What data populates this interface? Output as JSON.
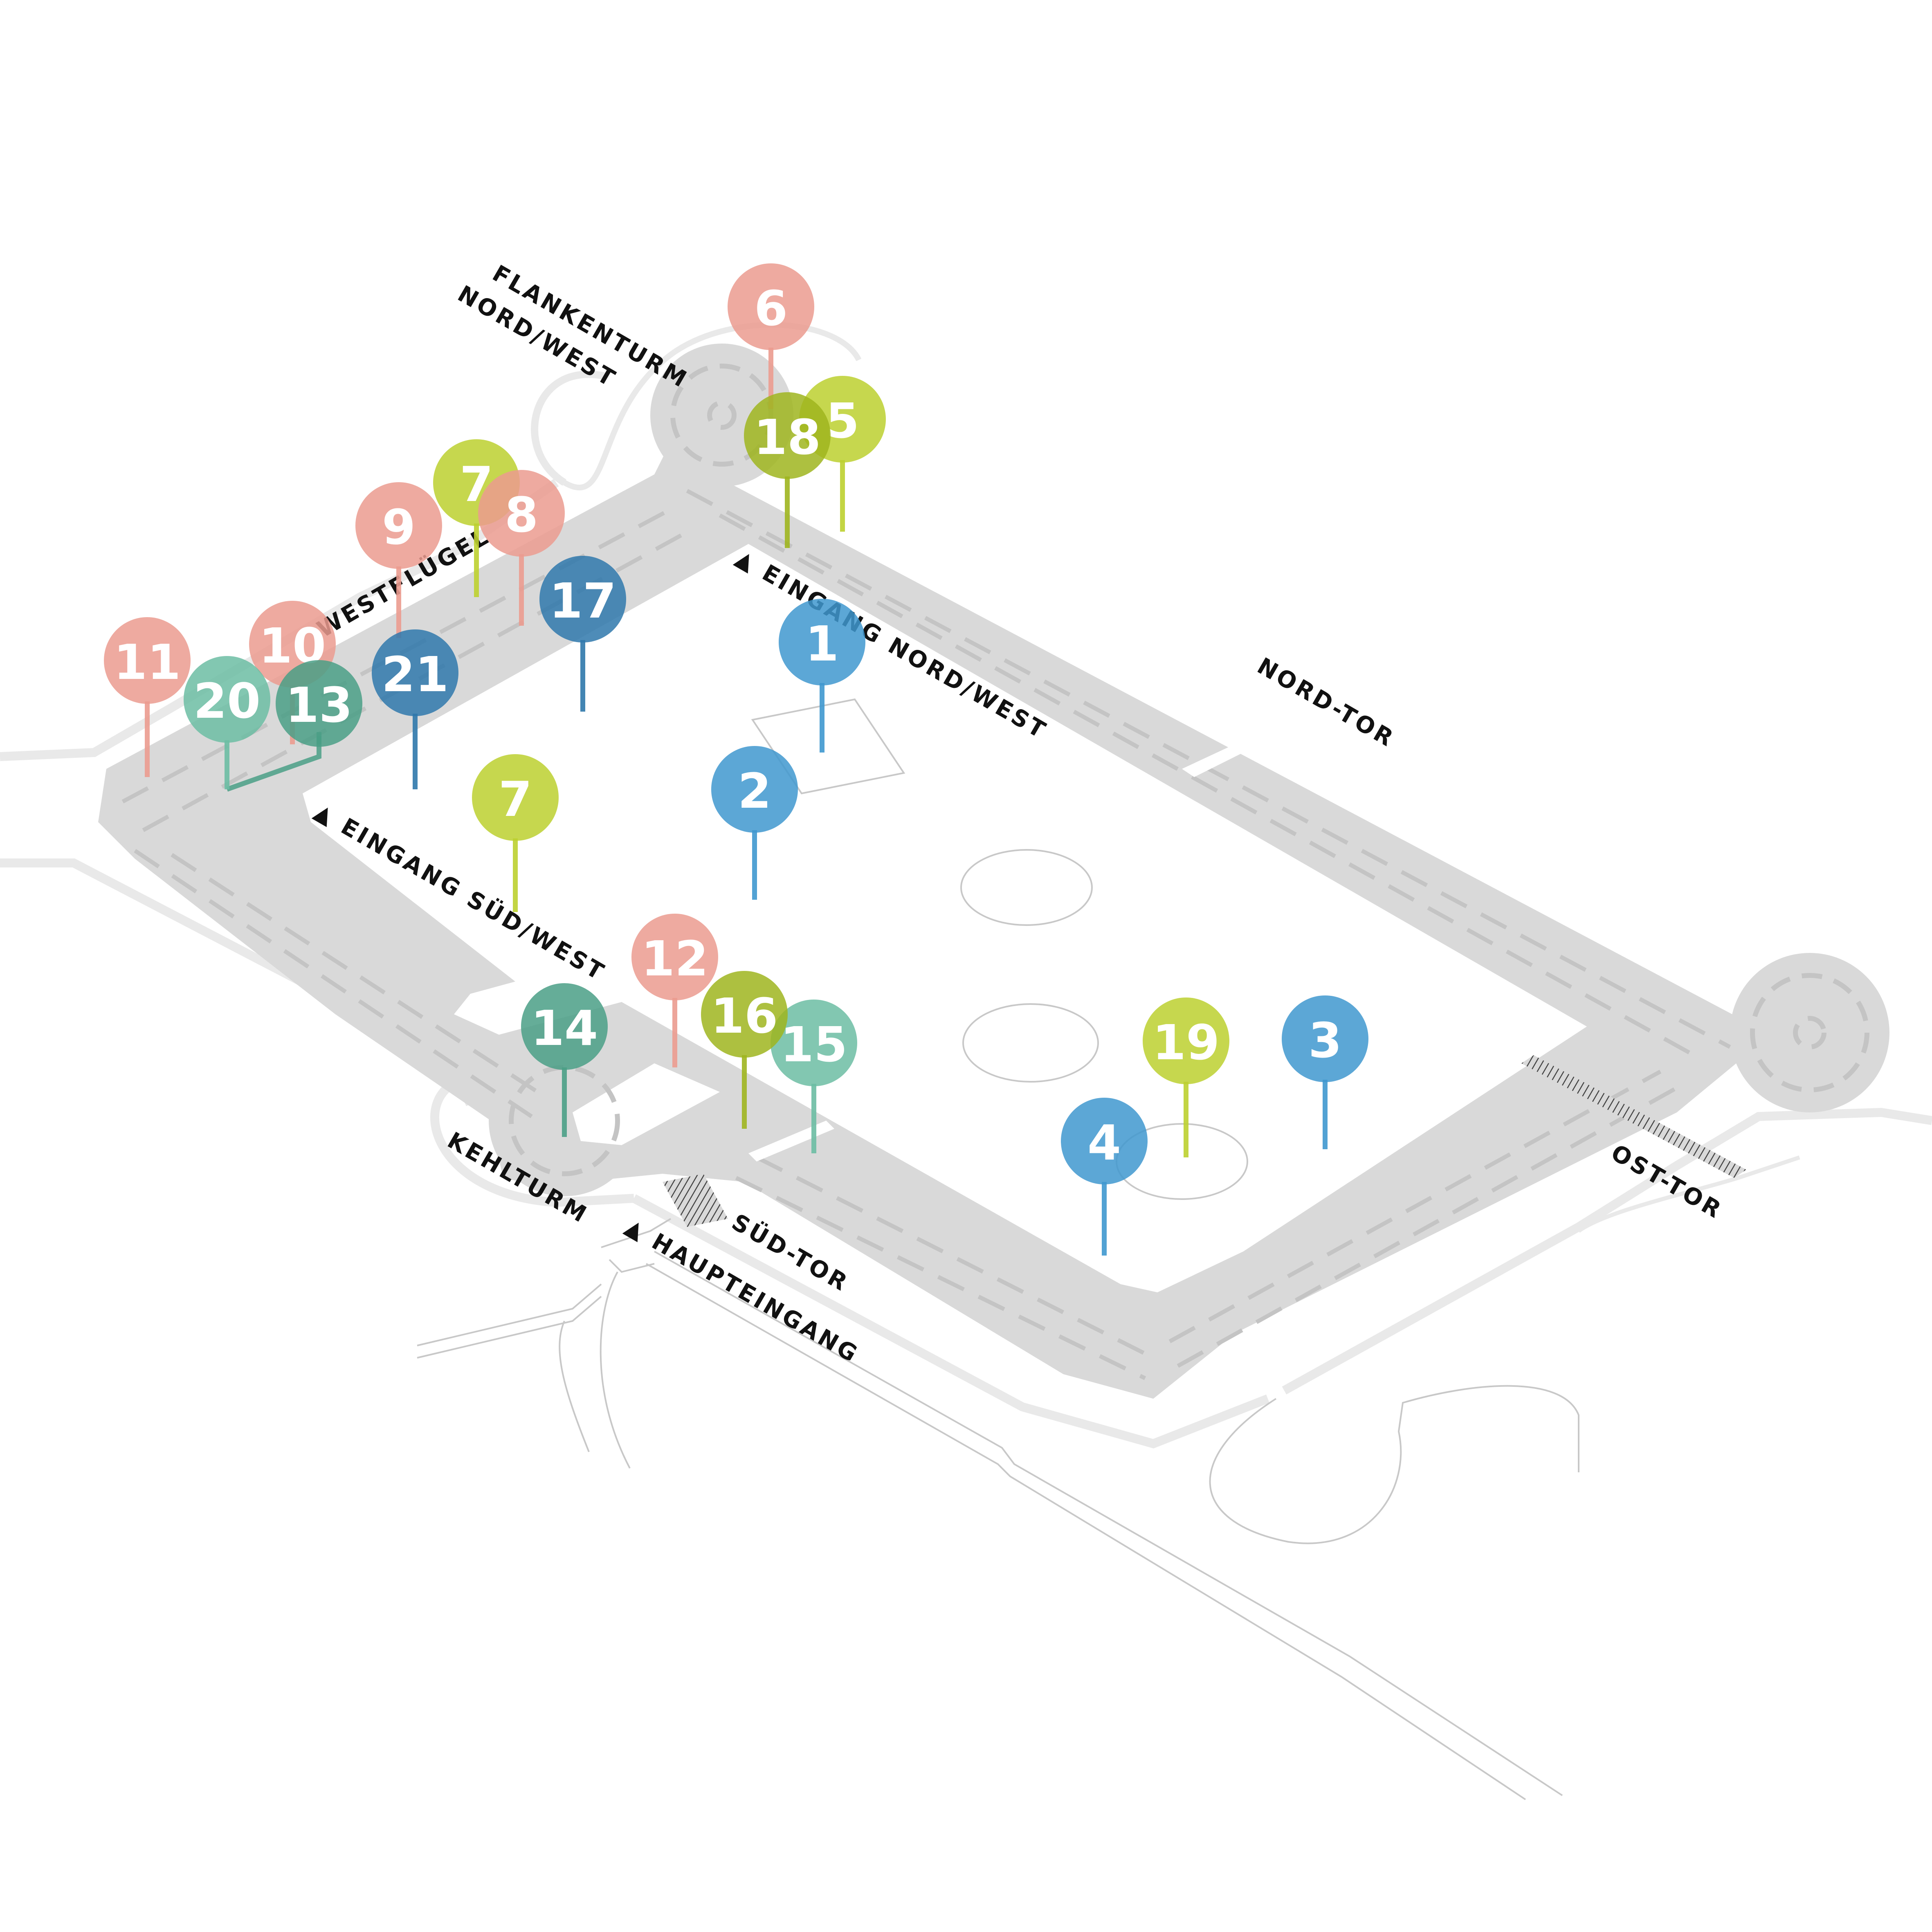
{
  "colors": {
    "salmon": "#eb9b8f",
    "lime": "#bcd02f",
    "blue": "#3f98cf",
    "darkblue": "#2f78ab",
    "teal": "#6cbda3",
    "darkteal": "#4a9f86",
    "olive": "#9fb51f",
    "building": "#d9d9d9",
    "buildingDetail": "#c4c4c4",
    "path": "#e9e9e9",
    "thinline": "#c8c8c8"
  },
  "labels": {
    "flankenturm_line1": "FLANKENTURM",
    "flankenturm_line2": "NORD/WEST",
    "westfluegel": "WESTFLÜGEL",
    "eingang_nordwest": "▲ EINGANG NORD/WEST",
    "nord_tor": "NORD-TOR",
    "eingang_suedwest": "▲ EINGANG SÜD/WEST",
    "kehlturm": "KEHLTURM",
    "haupteingang": "▲ HAUPTEINGANG",
    "sued_tor": "SÜD-TOR",
    "ost_tor": "OST-TOR"
  },
  "markers": [
    {
      "label": "1",
      "color": "blue"
    },
    {
      "label": "2",
      "color": "blue"
    },
    {
      "label": "3",
      "color": "blue"
    },
    {
      "label": "4",
      "color": "blue"
    },
    {
      "label": "5",
      "color": "lime"
    },
    {
      "label": "6",
      "color": "salmon"
    },
    {
      "label": "7",
      "color": "lime"
    },
    {
      "label": "7",
      "color": "lime"
    },
    {
      "label": "8",
      "color": "salmon"
    },
    {
      "label": "9",
      "color": "salmon"
    },
    {
      "label": "10",
      "color": "salmon"
    },
    {
      "label": "11",
      "color": "salmon"
    },
    {
      "label": "12",
      "color": "salmon"
    },
    {
      "label": "13",
      "color": "darkteal"
    },
    {
      "label": "14",
      "color": "darkteal"
    },
    {
      "label": "15",
      "color": "teal"
    },
    {
      "label": "16",
      "color": "olive"
    },
    {
      "label": "17",
      "color": "darkblue"
    },
    {
      "label": "18",
      "color": "olive"
    },
    {
      "label": "19",
      "color": "lime"
    },
    {
      "label": "20",
      "color": "teal"
    },
    {
      "label": "21",
      "color": "darkblue"
    }
  ]
}
